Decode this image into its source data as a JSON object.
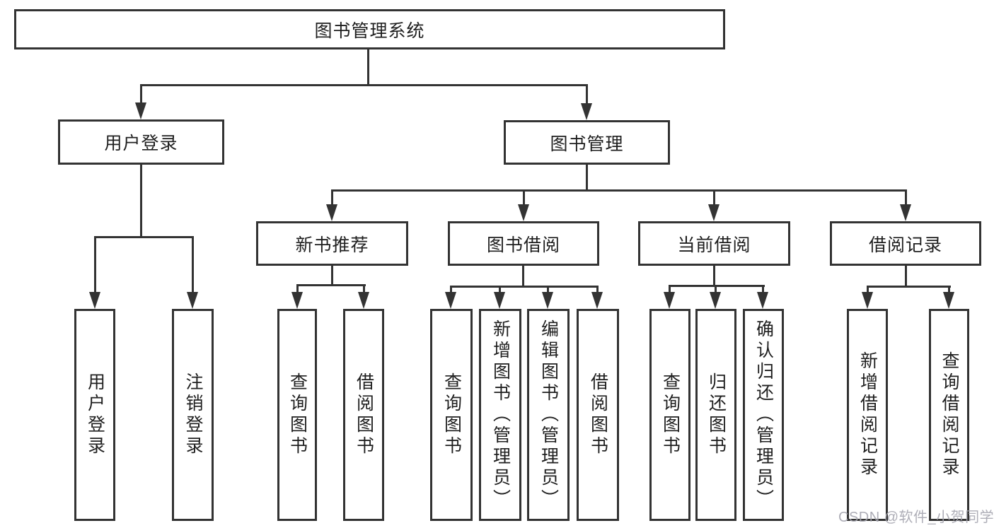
{
  "diagram": {
    "root": {
      "label": "图书管理系统"
    },
    "level2": [
      {
        "label": "用户登录"
      },
      {
        "label": "图书管理"
      }
    ],
    "level3": [
      {
        "label": "新书推荐"
      },
      {
        "label": "图书借阅"
      },
      {
        "label": "当前借阅"
      },
      {
        "label": "借阅记录"
      }
    ],
    "leaves": {
      "login": [
        {
          "label": "用户登录"
        },
        {
          "label": "注销登录"
        }
      ],
      "new_book": [
        {
          "label": "查询图书"
        },
        {
          "label": "借阅图书"
        }
      ],
      "book_borrow": [
        {
          "label": "查询图书"
        },
        {
          "label": "新增图书（管理员）"
        },
        {
          "label": "编辑图书（管理员）"
        },
        {
          "label": "借阅图书"
        }
      ],
      "current_borrow": [
        {
          "label": "查询图书"
        },
        {
          "label": "归还图书"
        },
        {
          "label": "确认归还（管理员）"
        }
      ],
      "borrow_records": [
        {
          "label": "新增借阅记录"
        },
        {
          "label": "查询借阅记录"
        }
      ]
    }
  },
  "watermark": {
    "text": "CSDN @软件_小贺同学"
  },
  "colors": {
    "line": "#333333",
    "text": "#1f1f1f",
    "background": "#ffffff",
    "watermark": "#a5a5af"
  }
}
